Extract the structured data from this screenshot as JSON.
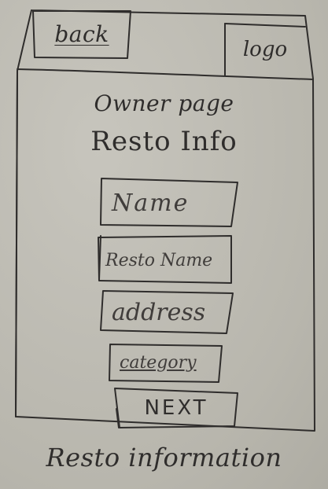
{
  "header": {
    "back_label": "back",
    "logo_label": "logo"
  },
  "main": {
    "page_title": "Owner page",
    "section_title": "Resto Info",
    "fields": [
      {
        "placeholder": "Name"
      },
      {
        "placeholder": "Resto Name"
      },
      {
        "placeholder": "address"
      },
      {
        "placeholder": "category"
      }
    ],
    "next_label": "NEXT"
  },
  "caption": "Resto information",
  "colors": {
    "paper": "#bdbbb2",
    "ink": "#2f2d2c"
  }
}
